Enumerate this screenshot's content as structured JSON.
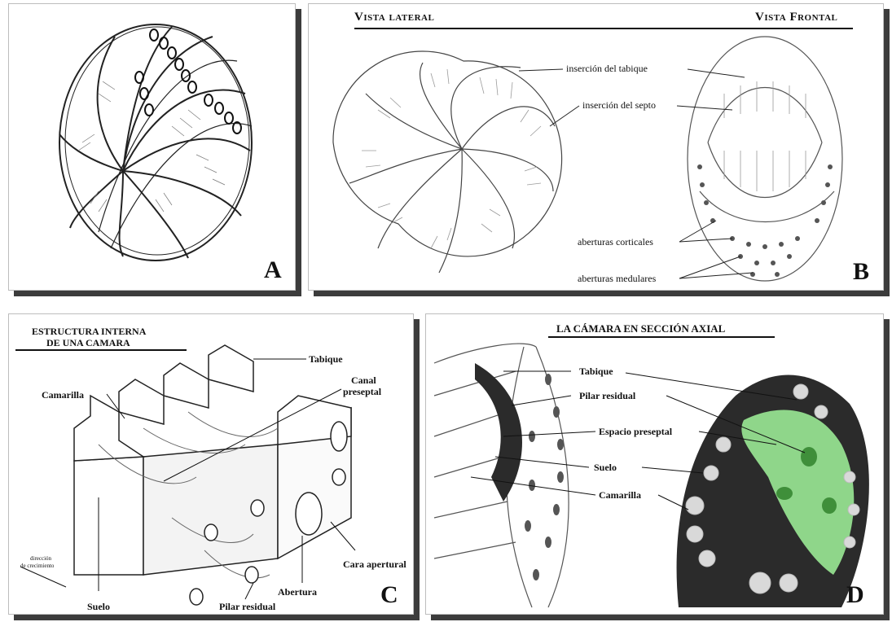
{
  "panel_a": {
    "letter": "A"
  },
  "panel_b": {
    "letter": "B",
    "heading_left": "Vista lateral",
    "heading_right": "Vista Frontal",
    "labels": {
      "insercion_tabique": "inserción del tabique",
      "insercion_septo": "inserción del septo",
      "aberturas_corticales": "aberturas corticales",
      "aberturas_medulares": "aberturas medulares"
    }
  },
  "panel_c": {
    "letter": "C",
    "heading_line1": "ESTRUCTURA INTERNA",
    "heading_line2": "DE UNA CAMARA",
    "labels": {
      "tabique": "Tabique",
      "canal_line1": "Canal",
      "canal_line2": "preseptal",
      "camarilla": "Camarilla",
      "cara_apertural": "Cara apertural",
      "abertura": "Abertura",
      "pilar_residual": "Pilar residual",
      "suelo": "Suelo",
      "direction_line1": "dirección",
      "direction_line2": "de crecimiento"
    }
  },
  "panel_d": {
    "letter": "D",
    "heading": "LA CÁMARA EN SECCIÓN AXIAL",
    "labels": {
      "tabique": "Tabique",
      "pilar_residual": "Pilar residual",
      "espacio_preseptal": "Espacio preseptal",
      "suelo": "Suelo",
      "camarilla": "Camarilla"
    }
  },
  "colors": {
    "ink": "#111111",
    "panel_shadow": "#3c3c3c",
    "section_green": "#8fd68a",
    "section_dark": "#2b2b2b"
  }
}
